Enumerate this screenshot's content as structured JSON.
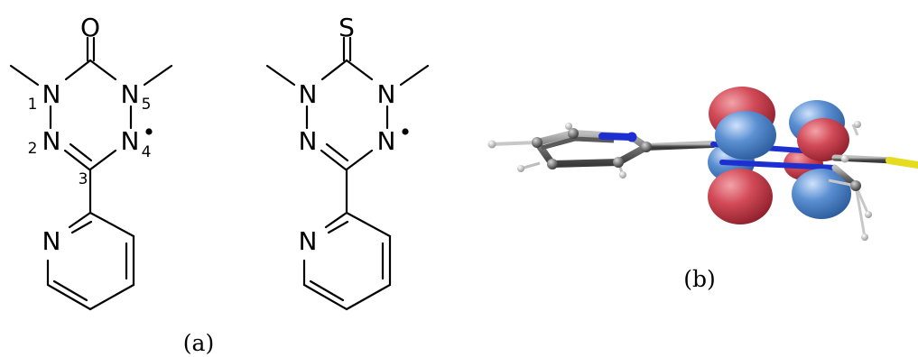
{
  "figure": {
    "panel_a_label": "(a)",
    "panel_b_label": "(b)",
    "molecule_left": {
      "exo_atom": "O",
      "n1": "N",
      "n2": "N",
      "n4": "N",
      "n5": "N",
      "pyridine_n": "N",
      "locants": {
        "l1": "1",
        "l2": "2",
        "l3": "3",
        "l4": "4",
        "l5": "5"
      }
    },
    "molecule_right": {
      "exo_atom": "S",
      "n1": "N",
      "n2": "N",
      "n4": "N",
      "n5": "N",
      "pyridine_n": "N"
    },
    "orbital_colors": {
      "positive_lobe": "#d24a57",
      "negative_lobe": "#5a8fd1",
      "carbon": "#7a7a7a",
      "hydrogen": "#e8e8e8",
      "nitrogen": "#1d2fd0",
      "sulfur": "#e6dc1e"
    }
  }
}
